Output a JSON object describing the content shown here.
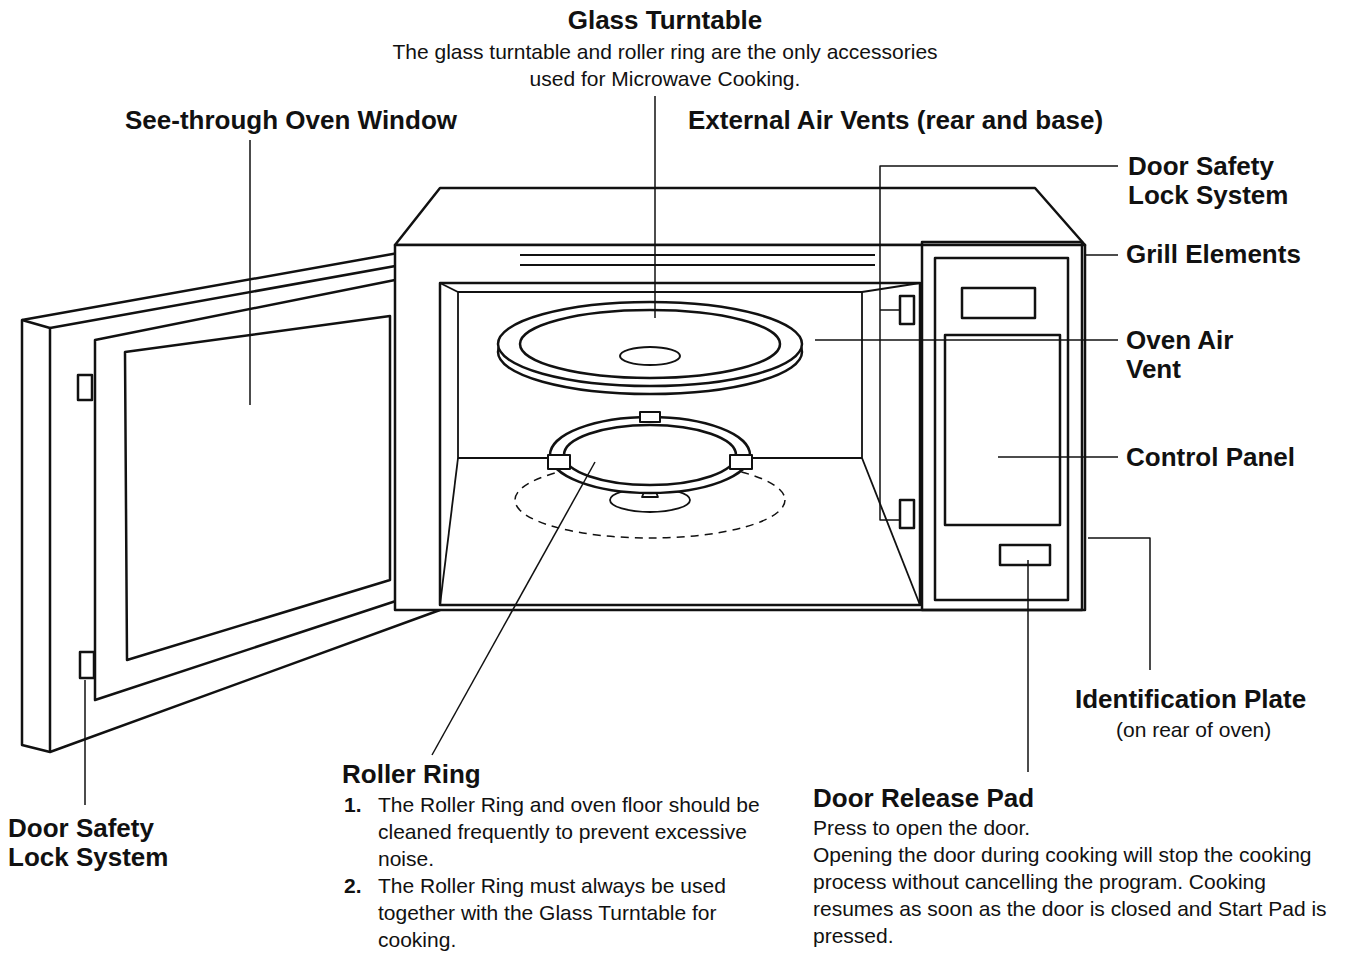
{
  "diagram": {
    "labels": [
      "Glass Turntable",
      "The glass turntable and roller ring are the only accessories used for Microwave Cooking.",
      "See-through Oven Window",
      "External Air Vents (rear and base)",
      "Door Safety Lock System",
      "Grill Elements",
      "Oven Air Vent",
      "Control Panel",
      "Identification Plate",
      "(on rear of oven)",
      "Door Safety Lock System",
      "Roller Ring",
      "1.",
      "The Roller Ring and oven floor should be cleaned frequently to prevent excessive noise.",
      "2.",
      "The Roller Ring must always be used together with the Glass Turntable for cooking.",
      "Door Release Pad",
      "Press to open the door.",
      "Opening the door during cooking will stop the cooking process without cancelling the program. Cooking resumes as soon as the door is closed and Start Pad is pressed."
    ]
  }
}
